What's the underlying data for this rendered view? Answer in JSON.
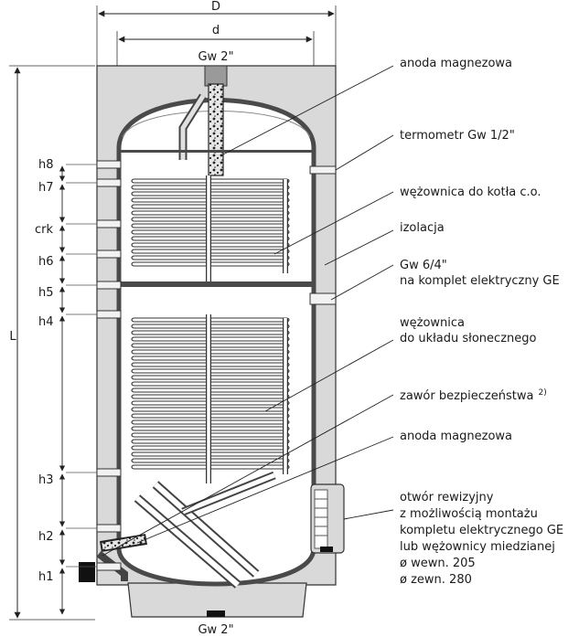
{
  "dimensions": {
    "D": "D",
    "d": "d",
    "L": "L",
    "top_connection": "Gw 2\"",
    "bottom_connection": "Gw 2\""
  },
  "connection_labels": [
    "h8",
    "h7",
    "crk",
    "h6",
    "h5",
    "h4",
    "h3",
    "h2",
    "h1"
  ],
  "callouts": [
    {
      "lines": [
        "anoda magnezowa"
      ]
    },
    {
      "lines": [
        "termometr Gw 1/2\""
      ]
    },
    {
      "lines": [
        "wężownica do kotła c.o."
      ]
    },
    {
      "lines": [
        "izolacja"
      ]
    },
    {
      "lines": [
        "Gw 6/4\"",
        "na komplet elektryczny GE"
      ]
    },
    {
      "lines": [
        "wężownica",
        "do układu słonecznego"
      ]
    },
    {
      "lines": [
        "zawór bezpieczeństwa"
      ],
      "superscript": "2)"
    },
    {
      "lines": [
        "anoda magnezowa"
      ]
    },
    {
      "lines": [
        "otwór rewizyjny",
        "z możliwością montażu",
        "kompletu elektrycznego GE",
        "lub wężownicy miedzianej",
        "ø wewn. 205",
        "ø zewn. 280"
      ]
    }
  ],
  "colors": {
    "insulation": "#d9d9d9",
    "tank_wall": "#4a4a4a",
    "coil": "#ffffff",
    "line": "#222222"
  }
}
